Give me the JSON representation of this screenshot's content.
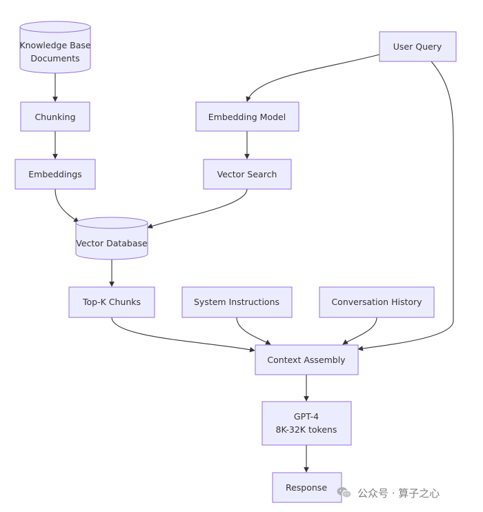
{
  "nodes": {
    "kb": {
      "line1": "Knowledge Base",
      "line2": "Documents"
    },
    "chunking": {
      "label": "Chunking"
    },
    "embeddings": {
      "label": "Embeddings"
    },
    "vector_db": {
      "label": "Vector Database"
    },
    "user_query": {
      "label": "User Query"
    },
    "embedding_model": {
      "label": "Embedding Model"
    },
    "vector_search": {
      "label": "Vector Search"
    },
    "topk": {
      "label": "Top-K Chunks"
    },
    "system_instructions": {
      "label": "System Instructions"
    },
    "conversation_history": {
      "label": "Conversation History"
    },
    "context_assembly": {
      "label": "Context Assembly"
    },
    "gpt4": {
      "line1": "GPT-4",
      "line2": "8K-32K tokens"
    },
    "response": {
      "label": "Response"
    }
  },
  "watermark": {
    "text": "公众号 · 算子之心"
  },
  "colors": {
    "node_fill": "#ECECFF",
    "node_stroke": "#9370DB",
    "edge": "#333333"
  }
}
